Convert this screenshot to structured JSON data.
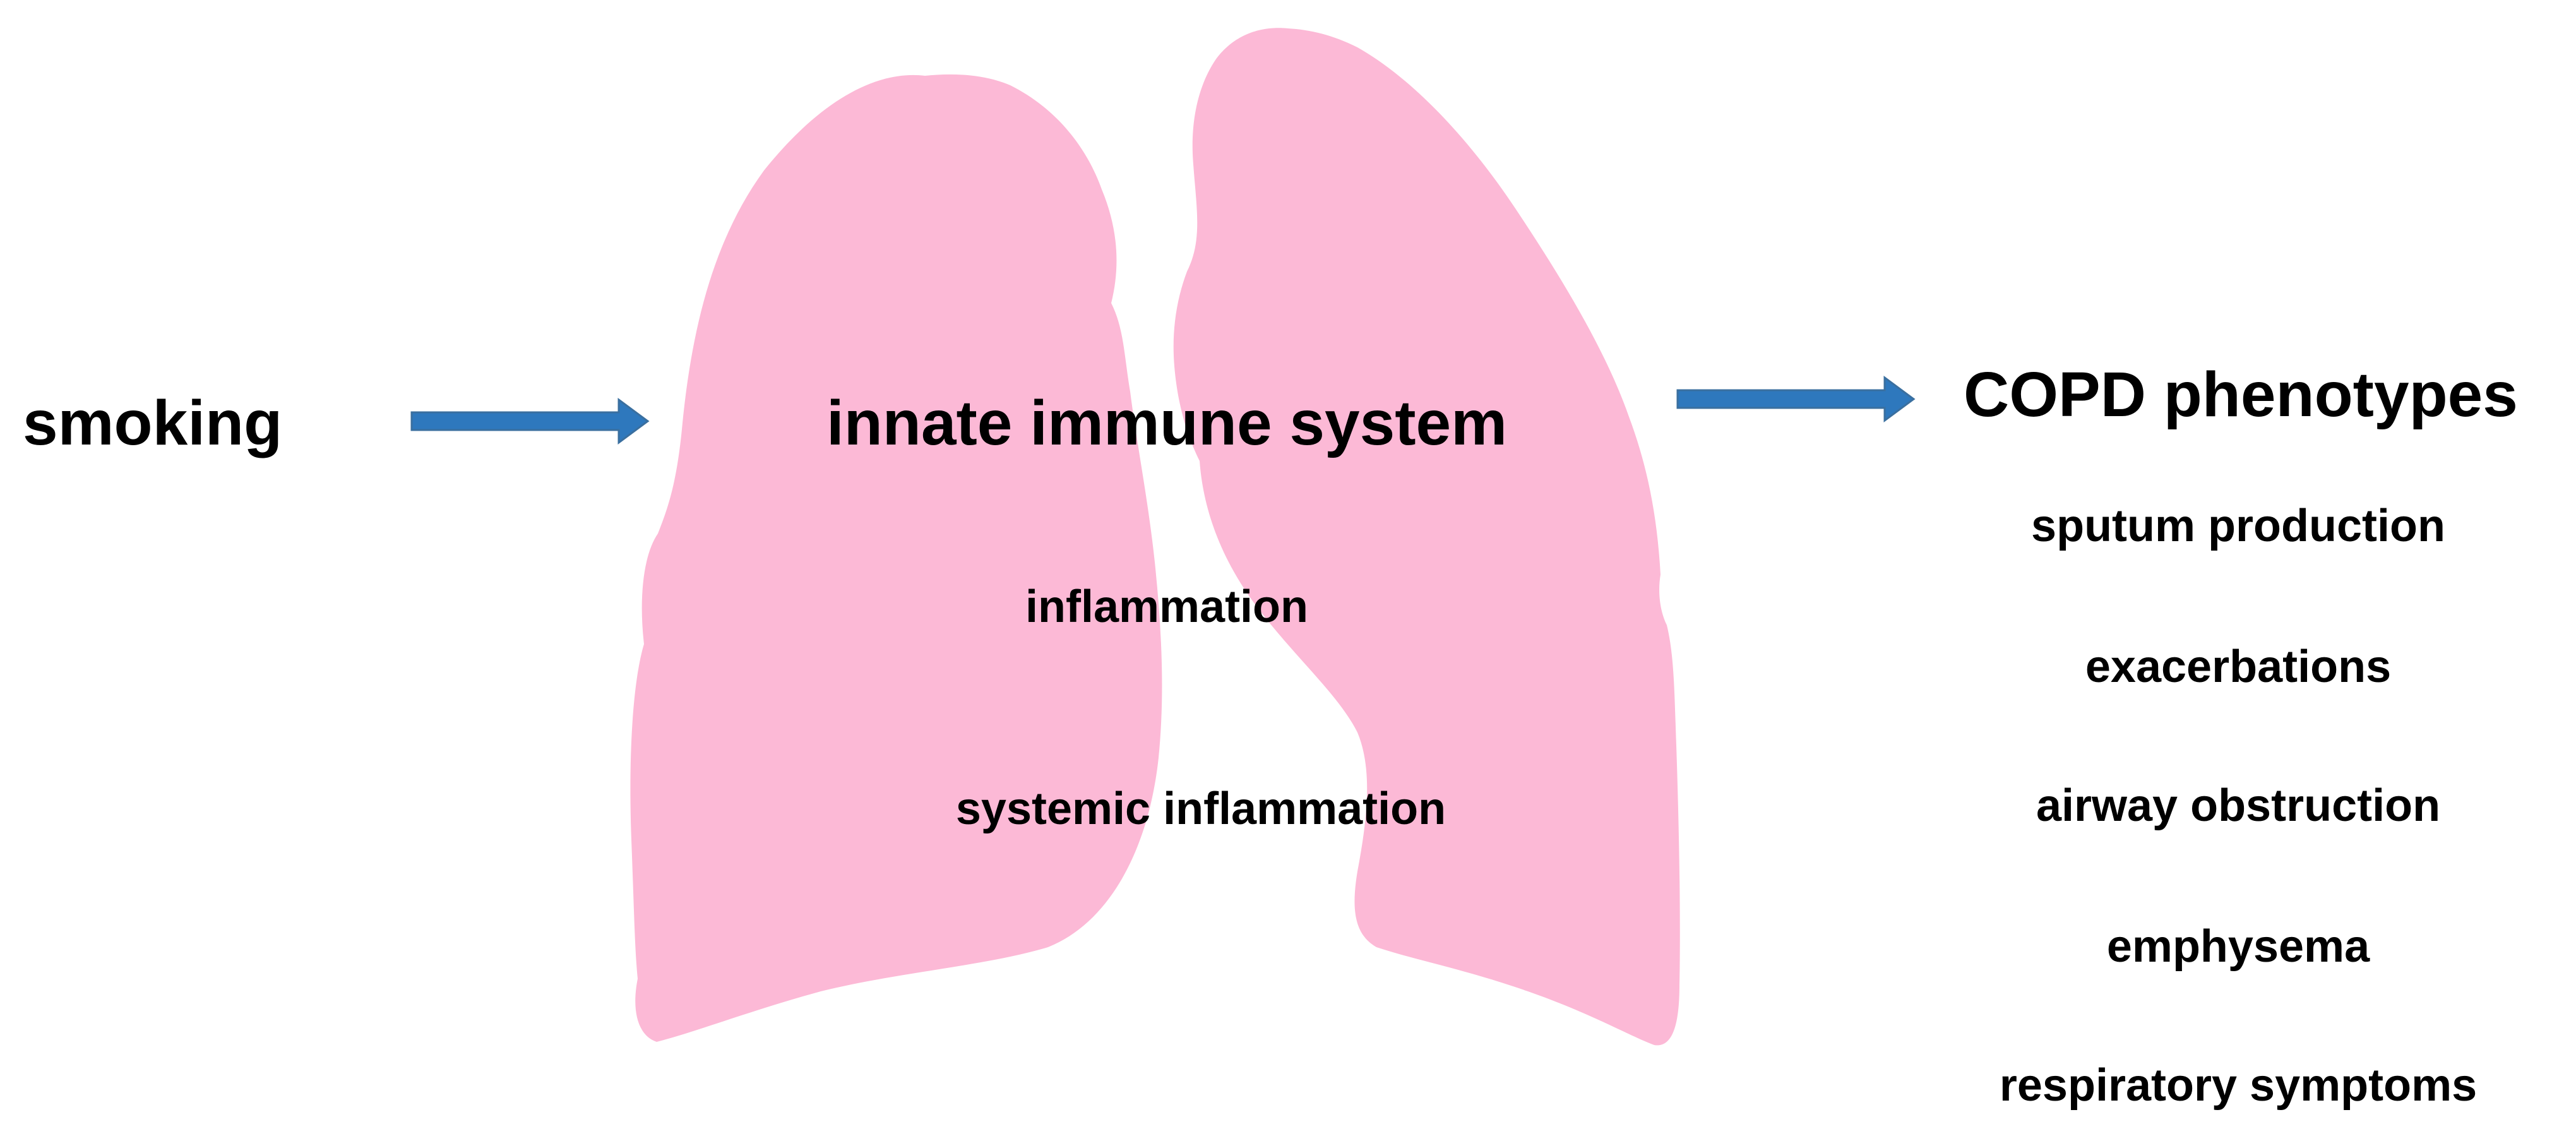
{
  "diagram": {
    "cause": "smoking",
    "center": {
      "title": "innate immune system",
      "items": [
        "inflammation",
        "systemic inflammation"
      ]
    },
    "outcome": {
      "title": "COPD phenotypes",
      "items": [
        "sputum production",
        "exacerbations",
        "airway obstruction",
        "emphysema",
        "respiratory symptoms"
      ]
    }
  },
  "colors": {
    "lung_fill": "#fcb9d6",
    "arrow_fill": "#2e78bd",
    "arrow_edge": "#3a6f9f",
    "text": "#000000"
  }
}
